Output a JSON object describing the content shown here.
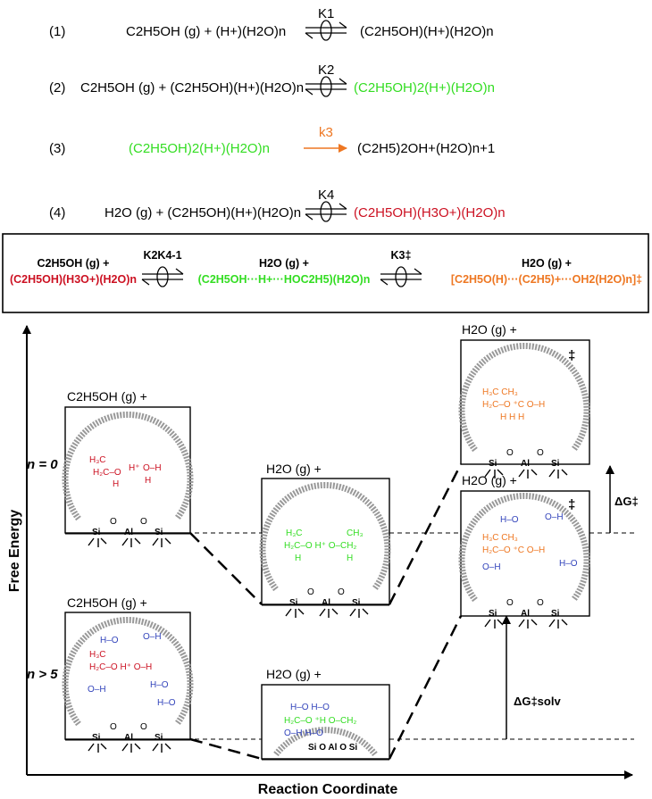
{
  "equations": [
    {
      "num": "(1)",
      "lhs": "C2H5OH (g) + (H+)(H2O)n",
      "k": "K1",
      "rhs": "(C2H5OH)(H+)(H2O)n",
      "rhs_color": "#111111"
    },
    {
      "num": "(2)",
      "lhs": "C2H5OH (g) + (C2H5OH)(H+)(H2O)n",
      "k": "K2",
      "rhs": "(C2H5OH)2(H+)(H2O)n",
      "rhs_color": "#33dd22"
    },
    {
      "num": "(3)",
      "lhs": "(C2H5OH)2(H+)(H2O)n",
      "k": "k3",
      "rhs": "(C2H5)2OH+(H2O)n+1",
      "rhs_color": "#111111"
    },
    {
      "num": "(4)",
      "lhs": "H2O (g) + (C2H5OH)(H+)(H2O)n",
      "k": "K4",
      "rhs": "(C2H5OH)(H3O+)(H2O)n",
      "rhs_color": "#cc1122"
    }
  ],
  "box": {
    "species1_line1": "C2H5OH (g) +",
    "species1_line2": "(C2H5OH)(H3O+)(H2O)n",
    "k_a": "K2K4-1",
    "species2_line1": "H2O (g) +",
    "species2_line2": "(C2H5OH···H+···HOC2H5)(H2O)n",
    "k_b": "K3‡",
    "species3_line1": "H2O (g) +",
    "species3_line2": "[C2H5O(H)···(C2H5)+···OH2(H2O)n]‡"
  },
  "diagram": {
    "ylabel": "Free Energy",
    "xlabel": "Reaction Coordinate",
    "n0_label": "n = 0",
    "n5_label": "n > 5",
    "ethanol_gas": "C2H5OH (g) +",
    "water_gas": "H2O (g) +",
    "dagger": "‡",
    "dG": "ΔG‡",
    "dG_solv": "ΔG‡solv"
  },
  "colors": {
    "red": "#cc1122",
    "green": "#33dd22",
    "orange": "#ee7722",
    "blue": "#3344bb"
  }
}
